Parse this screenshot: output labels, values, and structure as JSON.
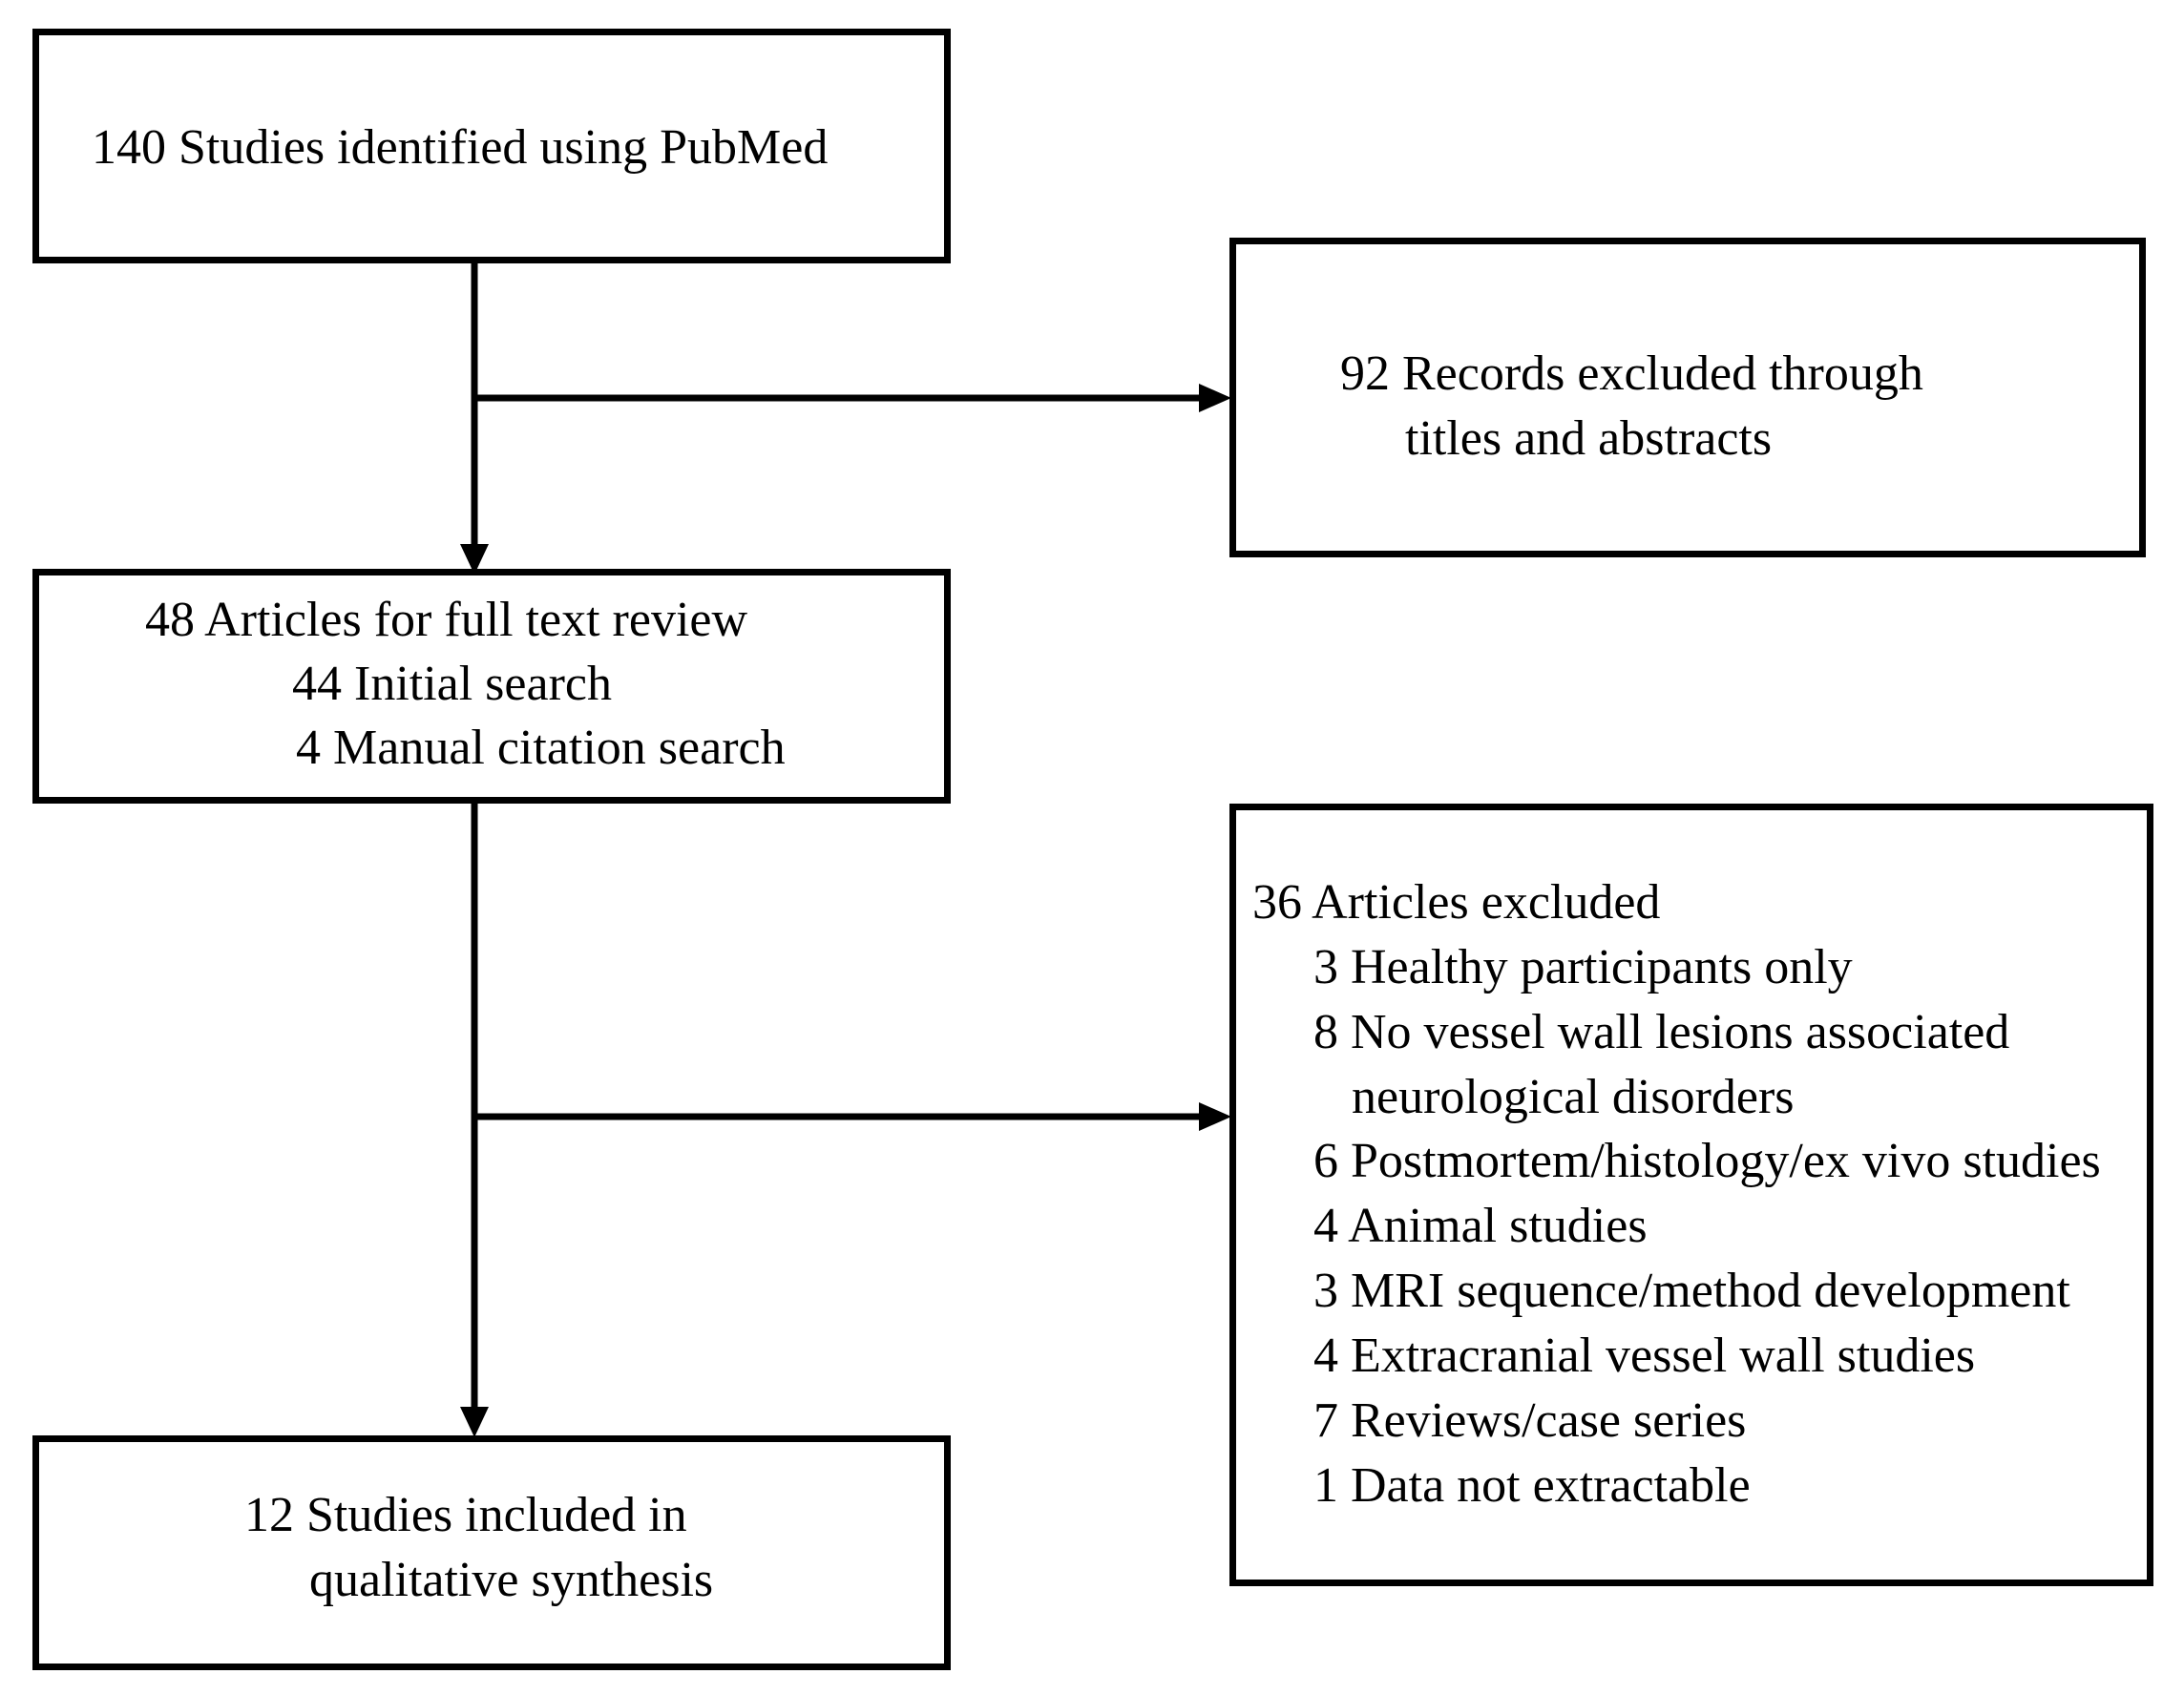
{
  "flow": {
    "identified": {
      "line1": "140 Studies identified using PubMed"
    },
    "excluded_titles": {
      "line1": "92 Records excluded through",
      "line2": "titles and abstracts"
    },
    "full_text": {
      "line1": "48 Articles for full text review",
      "line2": "44 Initial search",
      "line3": "4 Manual citation search"
    },
    "excluded_articles": {
      "heading": "36 Articles excluded",
      "items": [
        "3 Healthy participants only",
        "8 No vessel wall lesions associated",
        "neurological disorders",
        "6 Postmortem/histology/ex vivo studies",
        "4 Animal studies",
        "3 MRI sequence/method development",
        "4 Extracranial vessel wall studies",
        "7 Reviews/case series",
        "1 Data not extractable"
      ]
    },
    "included": {
      "line1": "12 Studies included in",
      "line2": "qualitative synthesis"
    }
  }
}
